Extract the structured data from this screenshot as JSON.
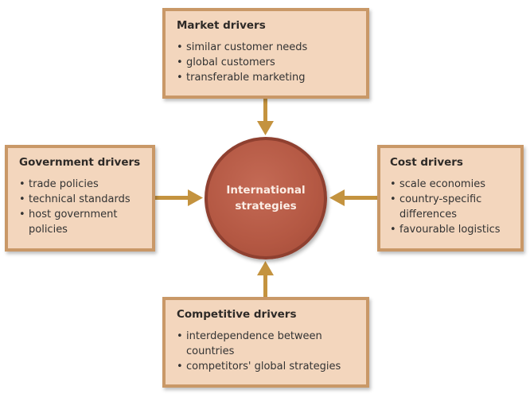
{
  "hub": {
    "label_line1": "International",
    "label_line2": "strategies"
  },
  "drivers": {
    "market": {
      "title": "Market drivers",
      "items": [
        "similar customer needs",
        "global customers",
        "transferable marketing"
      ]
    },
    "government": {
      "title": "Government drivers",
      "items": [
        "trade policies",
        "technical standards",
        "host government policies"
      ]
    },
    "cost": {
      "title": "Cost drivers",
      "items": [
        "scale economies",
        "country-specific differences",
        "favourable logistics"
      ]
    },
    "competitive": {
      "title": "Competitive drivers",
      "items": [
        "interdependence between countries",
        "competitors' global strategies"
      ]
    }
  },
  "colors": {
    "box_fill": "#f3d6bd",
    "box_border": "#c99867",
    "hub_fill": "#b45843",
    "arrow": "#c4933f"
  }
}
